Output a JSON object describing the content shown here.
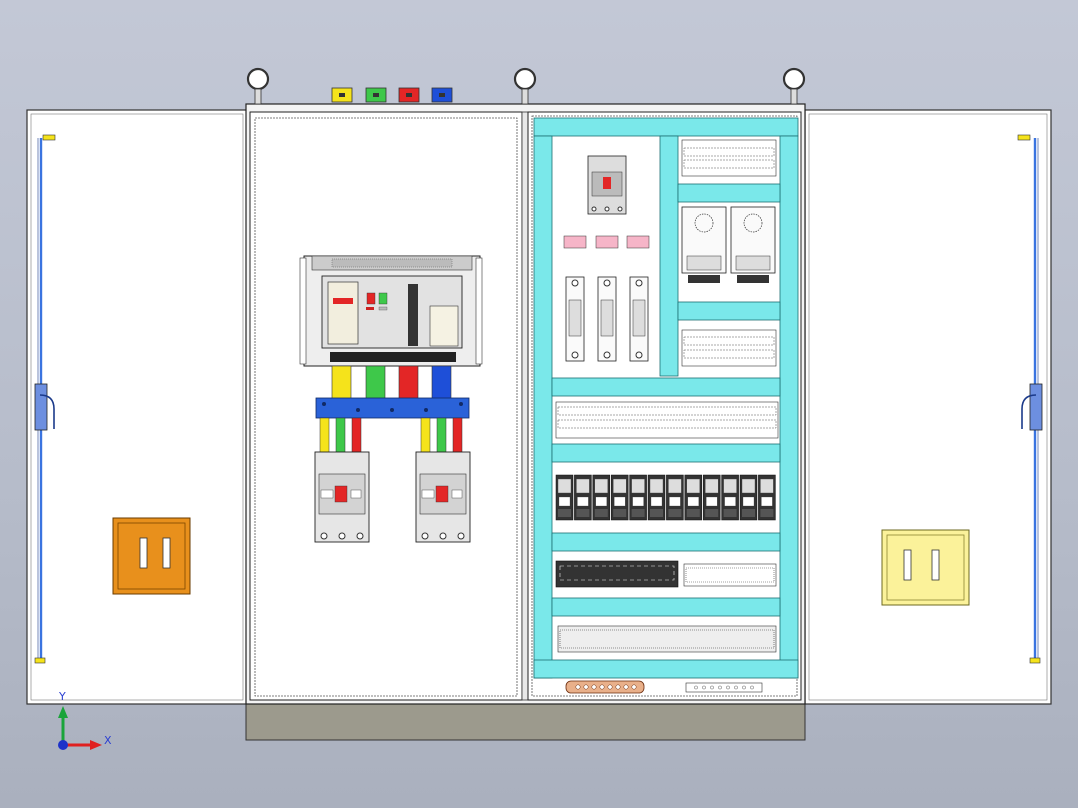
{
  "axis_triad": {
    "x_label": "X",
    "y_label": "Y"
  },
  "colors": {
    "background": "#bcc1cf",
    "door_panel": "#ffffff",
    "din_rail": "#7ae8ea",
    "phase_yellow": "#f5e31b",
    "phase_green": "#3ec84a",
    "phase_red": "#e32626",
    "phase_blue": "#1e4fd8",
    "busbar_support": "#2a62d8",
    "left_handle": "#e8901c",
    "right_handle": "#fbf29a",
    "base_plinth": "#9c9a8d",
    "hinge_rod": "#3a74e0"
  },
  "components": {
    "lifting_eyes": 3,
    "phase_terminals": 4,
    "power_supply_units": 2,
    "fuse_holders": 3,
    "relay_modules": 12,
    "terminal_rows": 4
  }
}
